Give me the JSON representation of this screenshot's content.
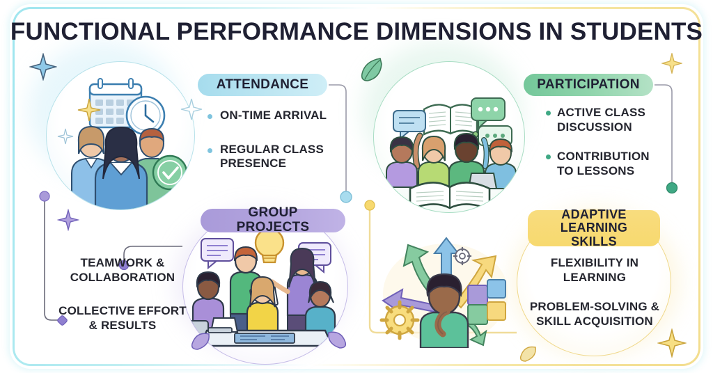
{
  "title": "FUNCTIONAL PERFORMANCE DIMENSIONS IN STUDENTS",
  "colors": {
    "attendance": "#a6dced",
    "participation": "#74c79a",
    "group_projects": "#a99ad9",
    "adaptive": "#f7d96f",
    "title_text": "#1f2033",
    "body_text": "#25262f",
    "frame_left": "#9fe6ef",
    "frame_right": "#f3dd8e"
  },
  "sections": [
    {
      "id": "attendance",
      "label": "ATTENDANCE",
      "bullets": [
        "ON-TIME ARRIVAL",
        "REGULAR CLASS PRESENCE"
      ],
      "illustration": "students-calendar-clock-check-icon"
    },
    {
      "id": "participation",
      "label": "PARTICIPATION",
      "bullets": [
        "ACTIVE CLASS DISCUSSION",
        "CONTRIBUTION TO LESSONS"
      ],
      "illustration": "students-raising-hands-books-speech-bubbles-icon"
    },
    {
      "id": "group_projects",
      "label": "GROUP PROJECTS",
      "bullets": [
        "TEAMWORK & COLLABORATION",
        "COLLECTIVE EFFORT & RESULTS"
      ],
      "illustration": "team-meeting-table-lightbulb-icon"
    },
    {
      "id": "adaptive",
      "label": "ADAPTIVE LEARNING SKILLS",
      "bullets": [
        "FLEXIBILITY IN LEARNING",
        "PROBLEM-SOLVING & SKILL ACQUISITION"
      ],
      "illustration": "thinking-person-arrows-gears-puzzle-icon"
    }
  ]
}
